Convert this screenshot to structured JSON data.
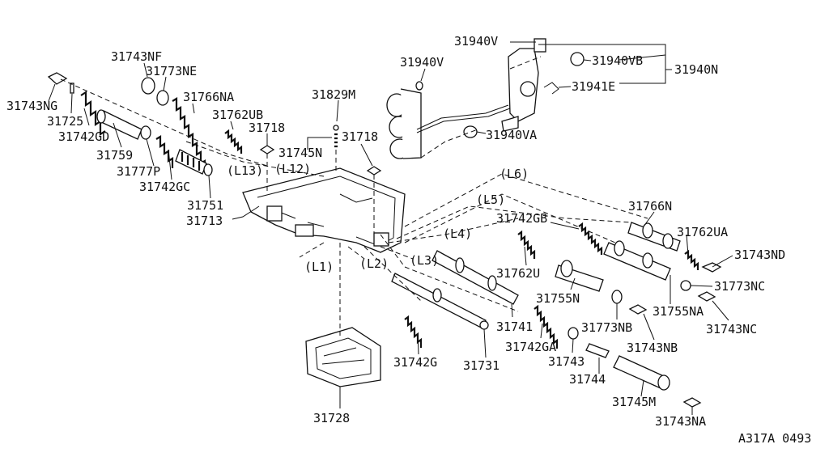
{
  "diagram": {
    "labels": {
      "p31743NF": "31743NF",
      "p31773NE": "31773NE",
      "p31743NG": "31743NG",
      "p31766NA": "31766NA",
      "p31725": "31725",
      "p31742GD": "31742GD",
      "p31762UB": "31762UB",
      "p31718a": "31718",
      "p31829M": "31829M",
      "p31718b": "31718",
      "p31745N": "31745N",
      "p31759": "31759",
      "p31777P": "31777P",
      "p31742GC": "31742GC",
      "p31751": "31751",
      "p31713": "31713",
      "L13": "(L13)",
      "L12": "(L12)",
      "L1": "(L1)",
      "L2": "(L2)",
      "L3": "(L3)",
      "L4": "(L4)",
      "L5": "(L5)",
      "L6": "(L6)",
      "p31940V_top": "31940V",
      "p31940V_mid": "31940V",
      "p31940VB": "31940VB",
      "p31940N": "31940N",
      "p31941E": "31941E",
      "p31940VA": "31940VA",
      "p31742GB": "31742GB",
      "p31766N": "31766N",
      "p31762UA": "31762UA",
      "p31743ND": "31743ND",
      "p31762U": "31762U",
      "p31755N": "31755N",
      "p31773NC": "31773NC",
      "p31755NA": "31755NA",
      "p31743NC": "31743NC",
      "p31741": "31741",
      "p31773NB": "31773NB",
      "p31743NB": "31743NB",
      "p31742GA": "31742GA",
      "p31743": "31743",
      "p31744": "31744",
      "p31742G": "31742G",
      "p31731": "31731",
      "p31745M": "31745M",
      "p31743NA": "31743NA",
      "p31728": "31728",
      "code": "A317A 0493"
    }
  }
}
